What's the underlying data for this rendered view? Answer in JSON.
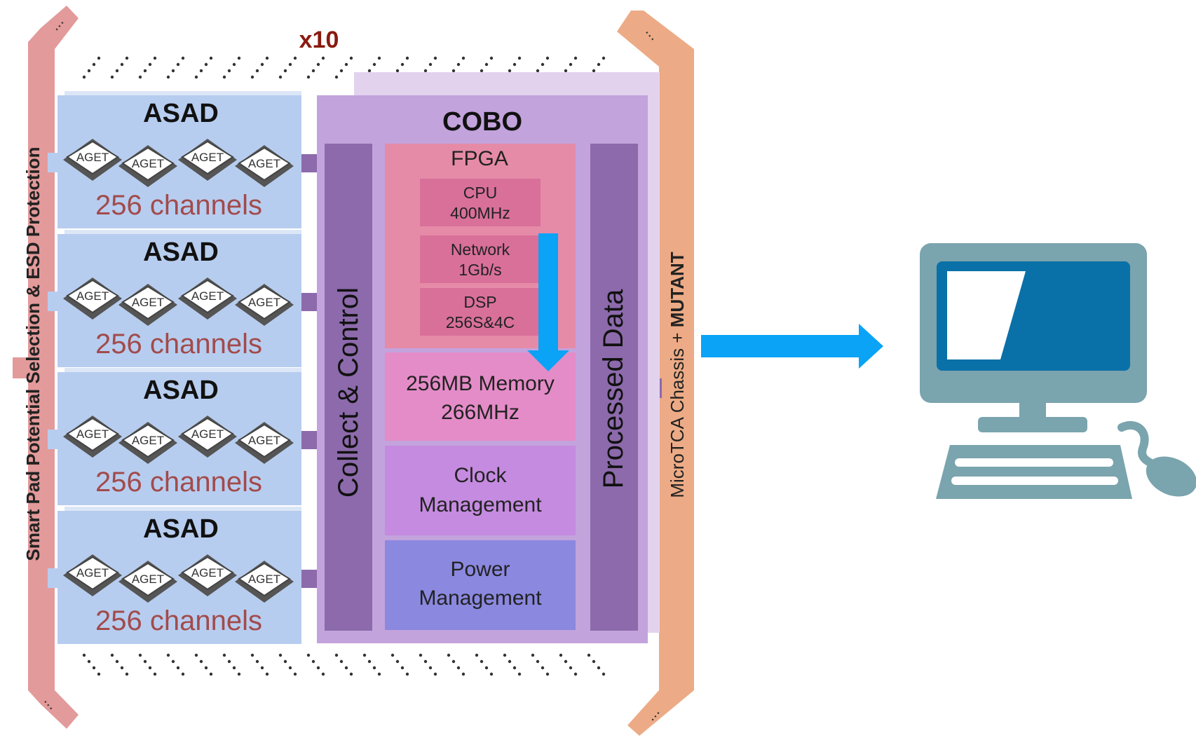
{
  "multiplier": "x10",
  "left_rail": {
    "label": "Smart Pad Potential Selection & ESD Protection"
  },
  "right_rail": {
    "label_prefix": "MicroTCA Chassis + ",
    "label_bold": "MUTANT"
  },
  "asad_boards": [
    {
      "title": "ASAD",
      "chip_labels": [
        "AGET",
        "AGET",
        "AGET",
        "AGET"
      ],
      "channels": "256 channels"
    },
    {
      "title": "ASAD",
      "chip_labels": [
        "AGET",
        "AGET",
        "AGET",
        "AGET"
      ],
      "channels": "256 channels"
    },
    {
      "title": "ASAD",
      "chip_labels": [
        "AGET",
        "AGET",
        "AGET",
        "AGET"
      ],
      "channels": "256 channels"
    },
    {
      "title": "ASAD",
      "chip_labels": [
        "AGET",
        "AGET",
        "AGET",
        "AGET"
      ],
      "channels": "256 channels"
    }
  ],
  "cobo": {
    "title": "COBO",
    "collect_control": "Collect & Control",
    "processed_data": "Processed Data",
    "fpga": {
      "title": "FPGA",
      "blocks": [
        {
          "line1": "CPU",
          "line2": "400MHz"
        },
        {
          "line1": "Network",
          "line2": "1Gb/s"
        },
        {
          "line1": "DSP",
          "line2": "256S&4C"
        }
      ]
    },
    "memory": {
      "line1": "256MB Memory",
      "line2": "266MHz"
    },
    "clock": {
      "line1": "Clock",
      "line2": "Management"
    },
    "power": {
      "line1": "Power",
      "line2": "Management"
    }
  },
  "colors": {
    "left_rail": "#e39a9a",
    "right_rail": "#ecab86",
    "asad_fill": "#b7cdef",
    "cobo_fill": "#c3a3dc",
    "bus": "#8c6aab",
    "fpga_fill": "#e58ba8",
    "fpga_block": "#d9709a",
    "memory_fill": "#e48cc8",
    "clock_fill": "#c58be0",
    "power_fill": "#8b88e0",
    "arrow": "#0aa3f6",
    "computer": "#7aa4ae",
    "screen": "#0a70a8"
  }
}
